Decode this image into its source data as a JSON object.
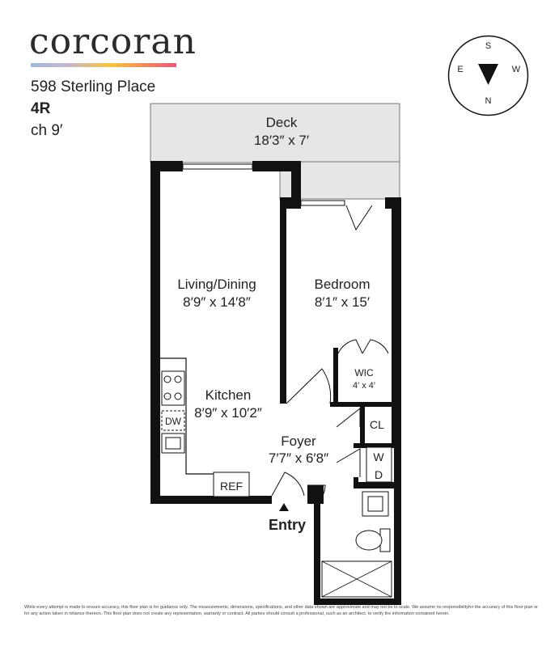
{
  "brand": {
    "logo_text": "corcoran"
  },
  "listing": {
    "address": "598 Sterling Place",
    "unit": "4R",
    "ceiling": "ch 9′"
  },
  "compass": {
    "top": "S",
    "left": "E",
    "right": "W",
    "bottom": "N"
  },
  "rooms": {
    "deck": {
      "name": "Deck",
      "dims": "18′3″ x 7′"
    },
    "living": {
      "name": "Living/Dining",
      "dims": "8′9″ x 14′8″"
    },
    "bedroom": {
      "name": "Bedroom",
      "dims": "8′1″ x 15′"
    },
    "wic": {
      "name": "WIC",
      "dims": "4′ x 4′"
    },
    "kitchen": {
      "name": "Kitchen",
      "dims": "8′9″ x 10′2″"
    },
    "foyer": {
      "name": "Foyer",
      "dims": "7′7″ x 6′8″"
    },
    "closet": {
      "name": "CL"
    }
  },
  "fixtures": {
    "dishwasher": "DW",
    "refrigerator": "REF",
    "washer": "W",
    "dryer": "D"
  },
  "entry_label": "Entry",
  "disclaimer": "While every attempt is made to ensure accuracy, this floor plan is for guidance only. The measurements, dimensions, specifications, and other data shown are approximate and may not be to scale. We assume no responsibilityfor the accuracy of this floor plan or for any action taken in reliance thereon. This floor plan does not create any representation, warranty or contract. All parties should consult a professional, such as an architect, to verify the information contained herein.",
  "colors": {
    "wall": "#111111",
    "deck_fill": "#e6e6e6",
    "brand_gradient": [
      "#9fb8d8",
      "#f4c542",
      "#e85a7a"
    ]
  }
}
